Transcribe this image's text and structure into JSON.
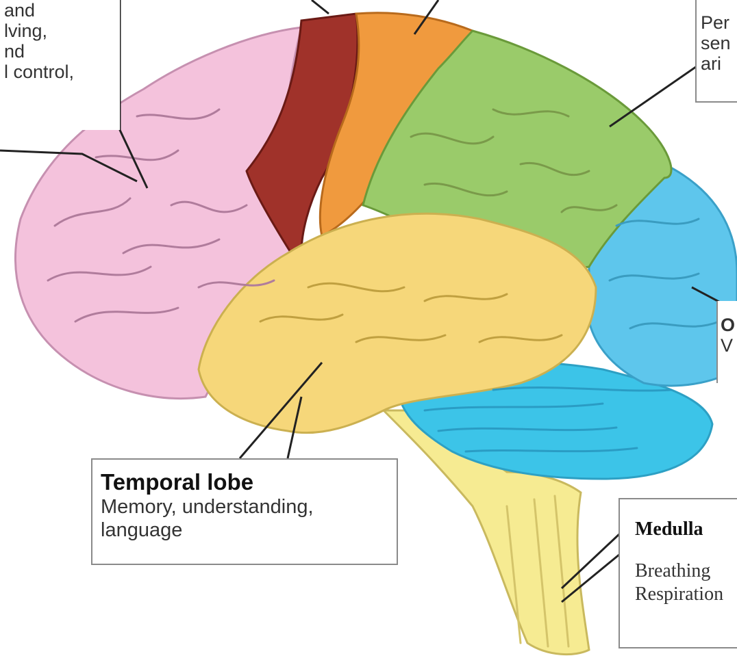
{
  "colors": {
    "frontal": "#f4c2dc",
    "motor": "#a0322a",
    "sensory": "#f09a3e",
    "parietal": "#9acb6a",
    "occipital": "#5ec6ec",
    "temporal": "#f6d77a",
    "cerebellum": "#3cc4e8",
    "brainstem": "#f6eb92",
    "box_border": "#8a8a8a"
  },
  "labels": {
    "temporal": {
      "title": "Temporal lobe",
      "desc_line1": "Memory, understanding,",
      "desc_line2": "language"
    },
    "medulla": {
      "title": "Medulla",
      "desc_line1": "Breathing",
      "desc_line2": "Respiration"
    },
    "frontal_fragment": {
      "line1": "and",
      "line2": "lving,",
      "line3": "nd",
      "line4": "l control,"
    },
    "parietal_fragment": {
      "line1": "Per",
      "line2": "sen",
      "line3": "ari"
    },
    "occipital_fragment": {
      "line1": "O",
      "line2": "V"
    }
  }
}
